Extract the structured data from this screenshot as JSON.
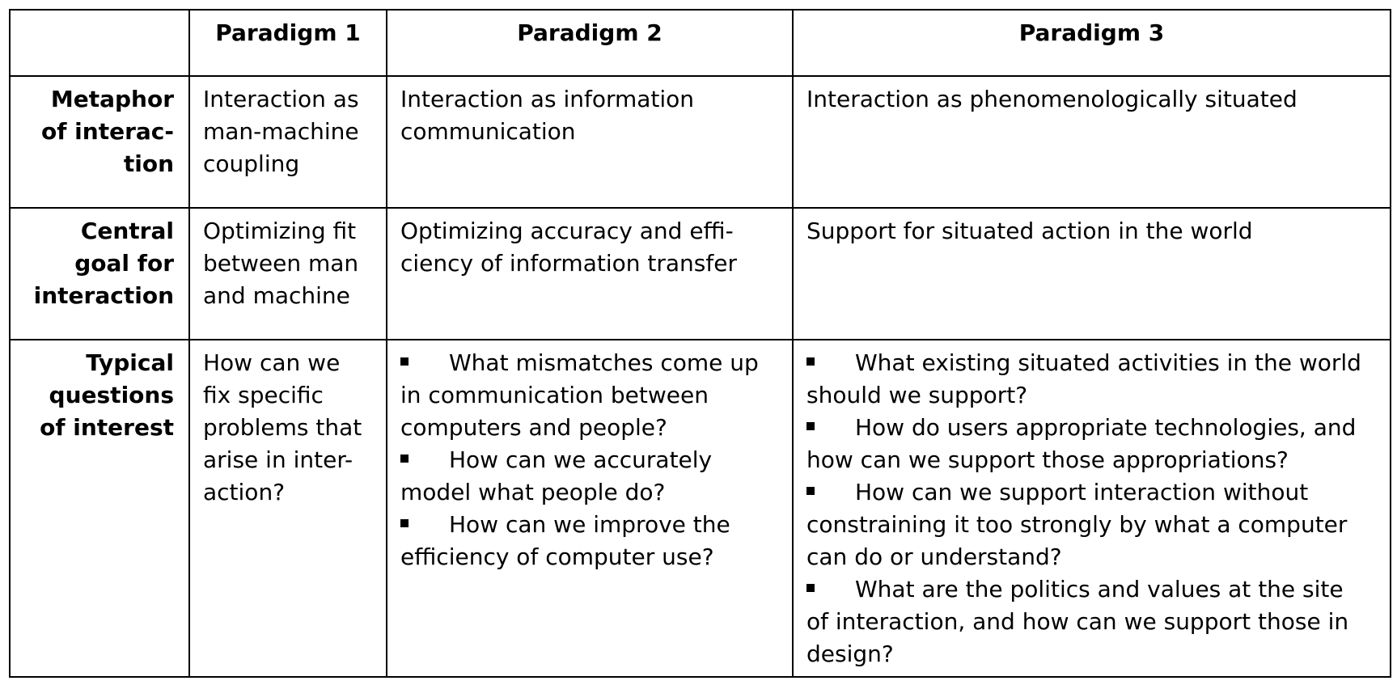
{
  "header": {
    "corner": "",
    "paradigm1": "Paradigm 1",
    "paradigm2": "Paradigm 2",
    "paradigm3": "Paradigm 3"
  },
  "rows": {
    "metaphor": {
      "label": "Metaphor\nof interac-\ntion",
      "p1": "Interaction as\nman-machine\ncoupling",
      "p2": "Interaction as information\ncommunication",
      "p3": "Interaction as phenomenologically situated"
    },
    "goal": {
      "label": "Central\ngoal for\ninteraction",
      "p1": "Optimizing fit\nbetween man\nand machine",
      "p2": "Optimizing accuracy and effi-\nciency of information transfer",
      "p3": "Support for situated action in the world"
    },
    "questions": {
      "label": "Typical\nquestions\nof interest",
      "p1": "How can we\nfix specific\nproblems that\narise in inter-\naction?",
      "p2": [
        "What mismatches come up\nin communication between\ncomputers and people?",
        "How can we accurately\nmodel what people do?",
        "How can we improve the\nefficiency of computer use?"
      ],
      "p3": [
        "What existing situated activities in the world\nshould we support?",
        "How do users appropriate technologies, and\nhow can we support those appropriations?",
        "How can we support interaction without\nconstraining it too strongly by what a computer\ncan do or understand?",
        "What are the politics and values at the site\nof interaction, and how can we support those in\ndesign?"
      ]
    }
  }
}
